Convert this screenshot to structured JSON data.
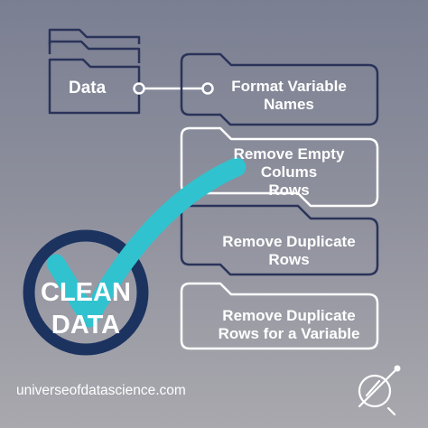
{
  "folder": {
    "label": "Data"
  },
  "steps": [
    {
      "lines": [
        "Format Variable",
        "Names"
      ]
    },
    {
      "lines": [
        "Remove Empty",
        "Colums",
        "Rows"
      ]
    },
    {
      "lines": [
        "Remove Duplicate",
        "Rows"
      ]
    },
    {
      "lines": [
        "Remove Duplicate",
        "Rows for a Variable"
      ]
    }
  ],
  "badge": {
    "line1": "CLEAN",
    "line2": "DATA"
  },
  "footer": {
    "url": "universeofdatascience.com"
  },
  "logo": {
    "icon": "planet-orbit-icon"
  },
  "colors": {
    "outline": "#2a3359",
    "navy_ring": "#1c3360",
    "check": "#31c2cf",
    "text": "#ffffff"
  }
}
